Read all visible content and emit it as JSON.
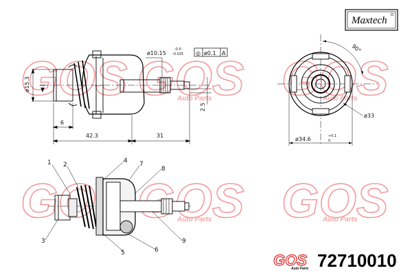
{
  "brand": {
    "logo_text": "Maxtech"
  },
  "watermark": {
    "text": "GOS",
    "subtext": "Auto Parts"
  },
  "footer": {
    "part_number": "72710010",
    "brand_mark": "GOS",
    "brand_sub": "Auto Parts"
  },
  "dimensions": {
    "d_15_3": "ø15.3",
    "d_10_15": "ø10.15",
    "d_10_15_upper": "-0.0",
    "d_10_15_lower": "-0.025",
    "tol_symbol": "◎",
    "tol_value": "ø0.1",
    "tol_datum": "A",
    "len_6": "6",
    "len_42_3": "42.3",
    "len_31": "31",
    "len_2_5": "2.5",
    "ang_90": "90°",
    "d_33": "ø33",
    "d_34_6": "ø34.6",
    "d_34_6_upper": "+0.1",
    "d_34_6_lower": "0"
  },
  "callouts": [
    "1",
    "2",
    "3",
    "4",
    "5",
    "6",
    "7",
    "8",
    "9"
  ]
}
